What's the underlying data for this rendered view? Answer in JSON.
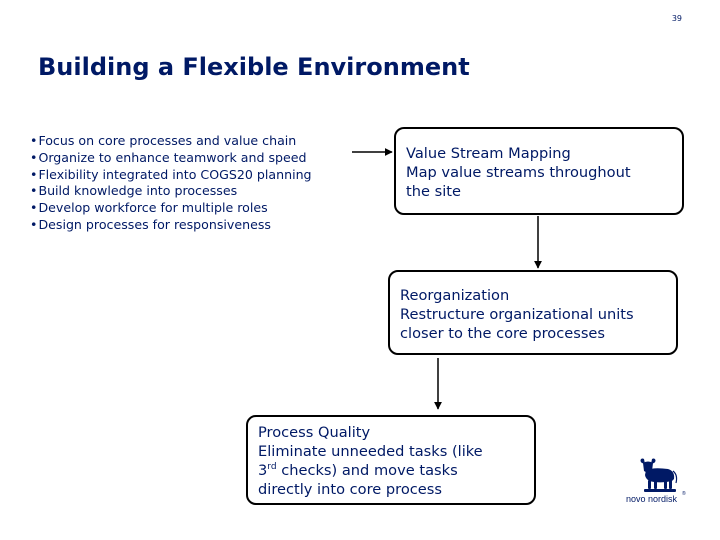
{
  "slide": {
    "page_number": "39",
    "title": "Building a Flexible Environment"
  },
  "bullets": [
    "Focus on core processes and value chain",
    "Organize to enhance teamwork and speed",
    "Flexibility integrated into COGS20 planning",
    "Build knowledge into processes",
    "Develop workforce for multiple roles",
    "Design processes for responsiveness"
  ],
  "boxes": {
    "value_stream": {
      "heading": "Value Stream Mapping",
      "line1": "Map value streams throughout",
      "line2": "the site"
    },
    "reorganization": {
      "heading": "Reorganization",
      "line1": "Restructure organizational units",
      "line2": "closer to the core processes"
    },
    "process_quality": {
      "heading": "Process Quality",
      "line1": "Eliminate unneeded tasks (like",
      "line2_pre": "3",
      "line2_sup": "rd",
      "line2_post": " checks) and move tasks",
      "line3": "directly into core process"
    }
  },
  "logo": {
    "text": "novo nordisk",
    "registered": "®",
    "color": "#001965"
  },
  "colors": {
    "text": "#001965",
    "border": "#000000",
    "background": "#ffffff"
  }
}
